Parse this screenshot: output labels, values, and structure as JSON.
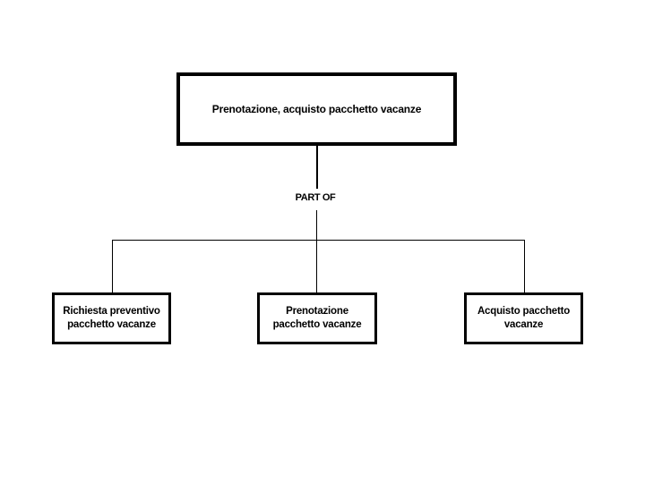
{
  "diagram": {
    "parent": {
      "label": "Prenotazione, acquisto pacchetto vacanze"
    },
    "relation": {
      "label": "PART OF"
    },
    "children": [
      {
        "line1": "Richiesta preventivo",
        "line2": "pacchetto vacanze"
      },
      {
        "line1": "Prenotazione",
        "line2": "pacchetto vacanze"
      },
      {
        "line1": "Acquisto pacchetto",
        "line2": "vacanze"
      }
    ],
    "colors": {
      "background": "#ffffff",
      "line": "#000000",
      "text": "#000000"
    }
  }
}
